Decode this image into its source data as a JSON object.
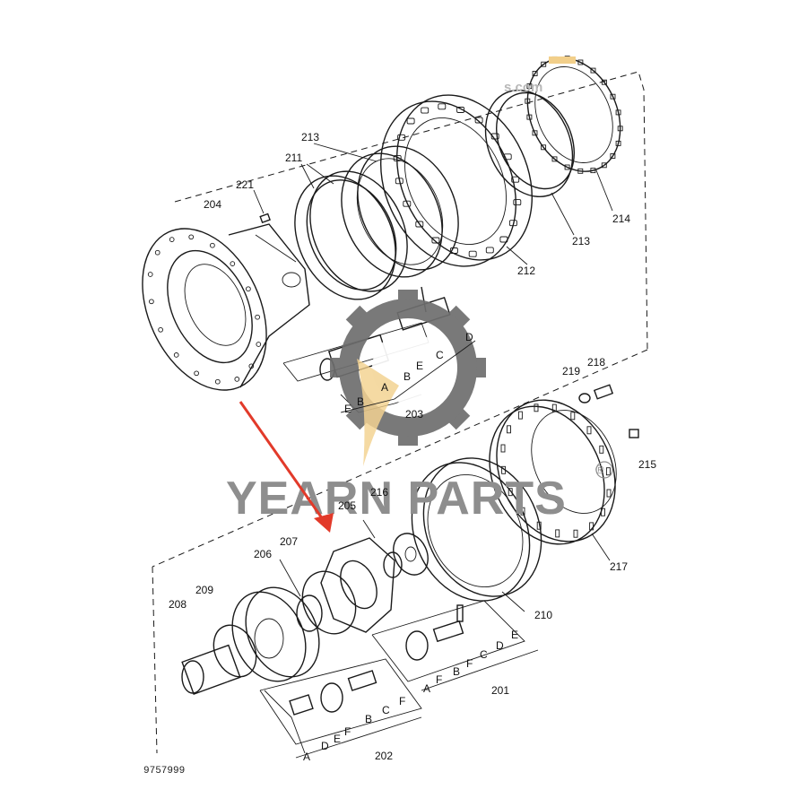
{
  "watermark": {
    "brand": "YEARN PARTS",
    "registered": "®",
    "url_fragment": "s.com",
    "brand_color": "#8e8e8e",
    "gear_color": "#6e6e6e",
    "accent_color": "#f2cf8a"
  },
  "arrow_color": "#e23a2a",
  "callouts": {
    "c221": "221",
    "c204": "204",
    "c211": "211",
    "c213a": "213",
    "c212": "212",
    "c213b": "213",
    "c214": "214",
    "c203": "203",
    "c219": "219",
    "c218": "218",
    "c215": "215",
    "c217": "217",
    "c216": "216",
    "c205": "205",
    "c210": "210",
    "c207": "207",
    "c206": "206",
    "c209": "209",
    "c208": "208",
    "c201": "201",
    "c202": "202"
  },
  "letters": {
    "upper": [
      "E",
      "B",
      "A",
      "B",
      "E",
      "C",
      "D"
    ],
    "right": [
      "E",
      "D",
      "C",
      "F",
      "B",
      "F",
      "A"
    ],
    "left": [
      "A",
      "D",
      "E",
      "F",
      "B",
      "C",
      "F"
    ]
  },
  "drawing_code": "9757999"
}
